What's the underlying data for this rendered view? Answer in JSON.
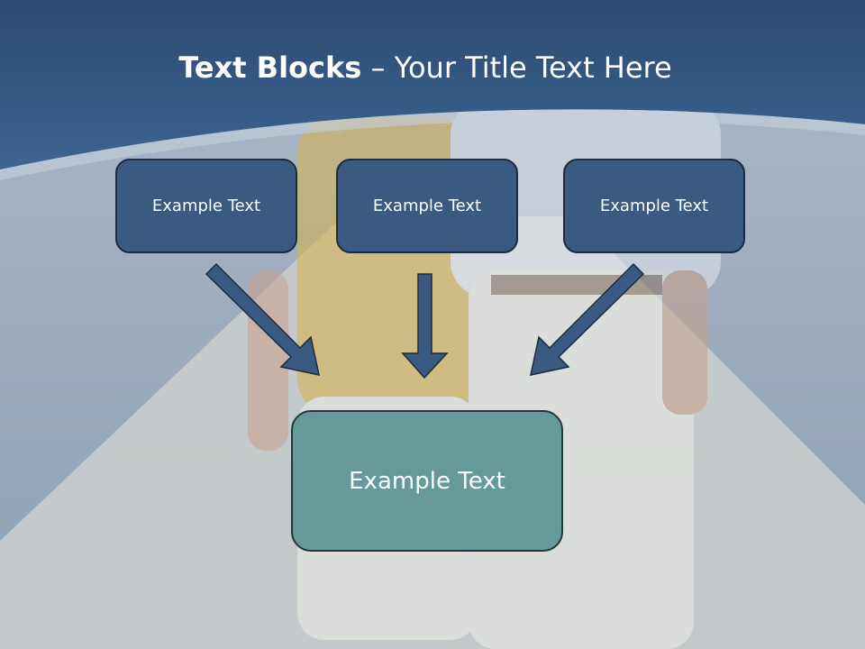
{
  "title": {
    "strong": "Text Blocks",
    "rest": " – Your Title Text Here"
  },
  "boxes": [
    {
      "label": "Example Text"
    },
    {
      "label": "Example Text"
    },
    {
      "label": "Example Text"
    }
  ],
  "target": {
    "label": "Example Text"
  },
  "colors": {
    "header_band": "#33557f",
    "box_fill": "#3a5a82",
    "box_border": "#1c2b3e",
    "target_fill": "#669a9a",
    "arrow": "#3a5a82"
  }
}
